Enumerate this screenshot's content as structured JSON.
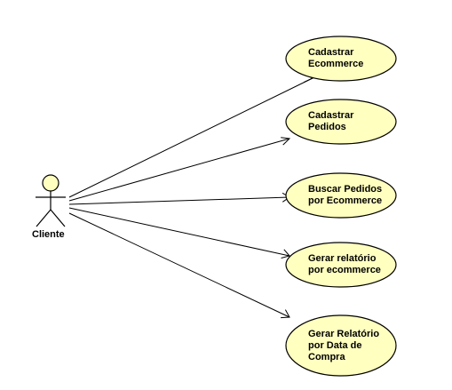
{
  "actor": {
    "name": "Cliente"
  },
  "use_cases": [
    {
      "label": "Cadastrar\nEcommerce"
    },
    {
      "label": "Cadastrar\nPedidos"
    },
    {
      "label": "Buscar Pedidos\npor Ecommerce"
    },
    {
      "label": "Gerar relatório\npor ecommerce"
    },
    {
      "label": "Gerar Relatório\npor Data de\nCompra"
    }
  ],
  "colors": {
    "fill": "#ffffc0",
    "stroke": "#000000"
  }
}
